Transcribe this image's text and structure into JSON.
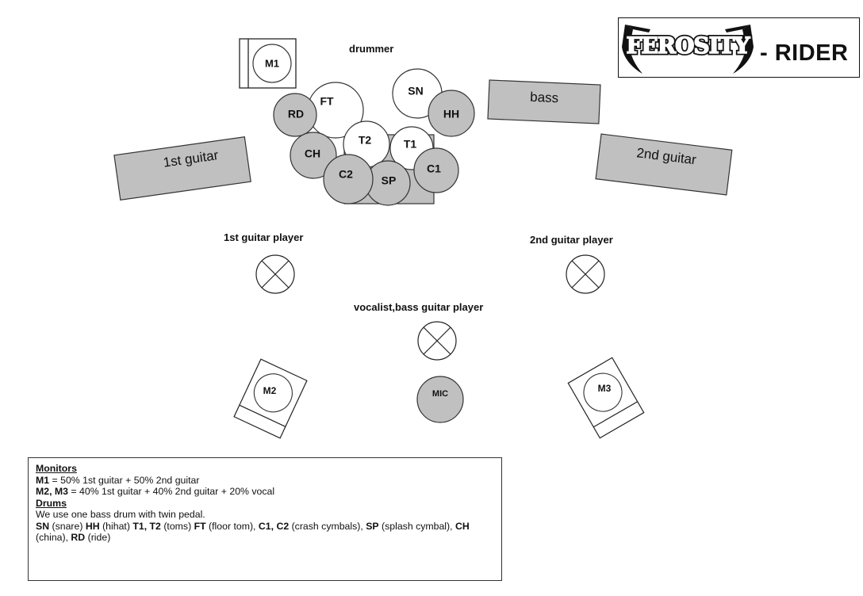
{
  "title": {
    "band_logo": "FEROSITY",
    "suffix": "- RIDER"
  },
  "colors": {
    "drum_fill_cymbal": "#c0c0c0",
    "drum_fill_shell": "#ffffff",
    "amp_fill": "#c0c0c0",
    "stroke": "#333333"
  },
  "stage": {
    "drummer_label": "drummer",
    "monitors": [
      {
        "id": "M1",
        "label": "M1"
      },
      {
        "id": "M2",
        "label": "M2"
      },
      {
        "id": "M3",
        "label": "M3"
      }
    ],
    "drums": [
      {
        "id": "FT",
        "label": "FT",
        "type": "shell"
      },
      {
        "id": "RD",
        "label": "RD",
        "type": "cymbal"
      },
      {
        "id": "SN",
        "label": "SN",
        "type": "shell"
      },
      {
        "id": "HH",
        "label": "HH",
        "type": "cymbal"
      },
      {
        "id": "T2",
        "label": "T2",
        "type": "shell"
      },
      {
        "id": "T1",
        "label": "T1",
        "type": "shell"
      },
      {
        "id": "CH",
        "label": "CH",
        "type": "cymbal"
      },
      {
        "id": "C2",
        "label": "C2",
        "type": "cymbal"
      },
      {
        "id": "SP",
        "label": "SP",
        "type": "cymbal"
      },
      {
        "id": "C1",
        "label": "C1",
        "type": "cymbal"
      }
    ],
    "amps": {
      "guitar1": "1st guitar",
      "guitar2": "2nd guitar",
      "bass": "bass"
    },
    "players": {
      "guitar1": "1st guitar player",
      "guitar2": "2nd guitar player",
      "vocal_bass": "vocalist,bass guitar player"
    },
    "mic_label": "MIC"
  },
  "notes": {
    "monitors_heading": "Monitors",
    "m1_key": "M1",
    "m1_text": " = 50% 1st guitar + 50% 2nd guitar",
    "m23_key": "M2, M3",
    "m23_text": " = 40% 1st guitar + 40% 2nd guitar + 20% vocal",
    "drums_heading": "Drums",
    "drums_intro": "We use one bass drum with twin pedal.",
    "legend": [
      {
        "key": "SN",
        "desc": " (snare) "
      },
      {
        "key": "HH",
        "desc": " (hihat) "
      },
      {
        "key": "T1, T2",
        "desc": " (toms) "
      },
      {
        "key": "FT",
        "desc": " (floor tom), "
      },
      {
        "key": "C1, C2",
        "desc": " (crash cymbals), "
      },
      {
        "key": "SP",
        "desc": " (splash cymbal), "
      },
      {
        "key": "CH",
        "desc": " (china), "
      },
      {
        "key": "RD",
        "desc": " (ride)"
      }
    ]
  }
}
